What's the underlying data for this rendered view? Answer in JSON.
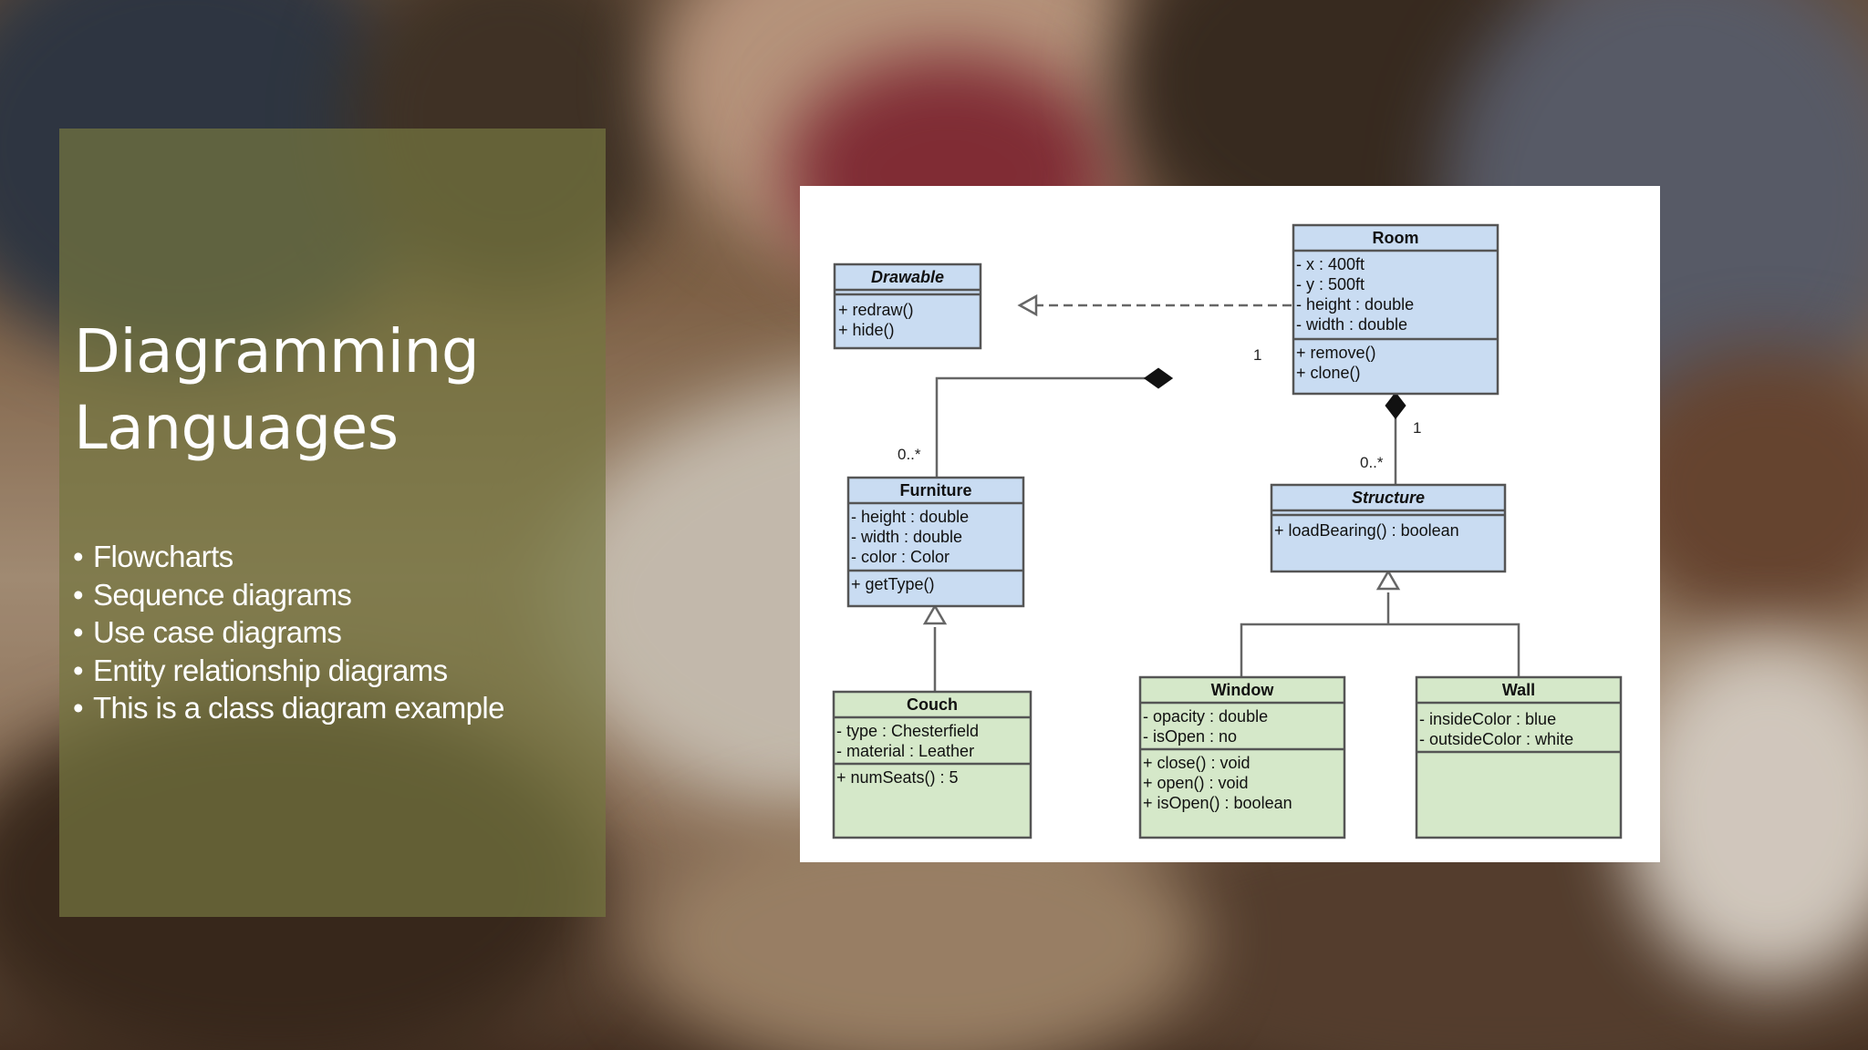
{
  "slide": {
    "title_line1": "Diagramming",
    "title_line2": "Languages",
    "bullets": [
      "Flowcharts",
      "Sequence diagrams",
      "Use case diagrams",
      "Entity relationship diagrams",
      "This is a class diagram example"
    ]
  },
  "colors": {
    "panel": "#747640",
    "class_blue": "#c9dcf2",
    "class_green": "#d5e8c9",
    "border": "#555555"
  },
  "diagram": {
    "classes": {
      "drawable": {
        "name": "Drawable",
        "abstract": true,
        "attributes": [],
        "methods": [
          "+ redraw()",
          "+ hide()"
        ]
      },
      "room": {
        "name": "Room",
        "attributes": [
          "- x : 400ft",
          "- y : 500ft",
          "- height : double",
          "- width : double"
        ],
        "methods": [
          "+ remove()",
          "+ clone()"
        ]
      },
      "furniture": {
        "name": "Furniture",
        "attributes": [
          "- height : double",
          "- width : double",
          "- color : Color"
        ],
        "methods": [
          "+ getType()"
        ]
      },
      "structure": {
        "name": "Structure",
        "abstract": true,
        "attributes": [],
        "methods": [
          "+ loadBearing() : boolean"
        ]
      },
      "couch": {
        "name": "Couch",
        "attributes": [
          "- type : Chesterfield",
          "- material : Leather"
        ],
        "methods": [
          "+ numSeats() : 5"
        ]
      },
      "window": {
        "name": "Window",
        "attributes": [
          "- opacity : double",
          "- isOpen : no"
        ],
        "methods": [
          "+ close() : void",
          "+ open() : void",
          "+ isOpen() : boolean"
        ]
      },
      "wall": {
        "name": "Wall",
        "attributes": [
          "- insideColor : blue",
          "- outsideColor : white"
        ],
        "methods": []
      }
    },
    "multiplicities": {
      "room_furniture_room_end": "1",
      "room_furniture_furniture_end": "0..*",
      "room_structure_room_end": "1",
      "room_structure_structure_end": "0..*"
    }
  }
}
